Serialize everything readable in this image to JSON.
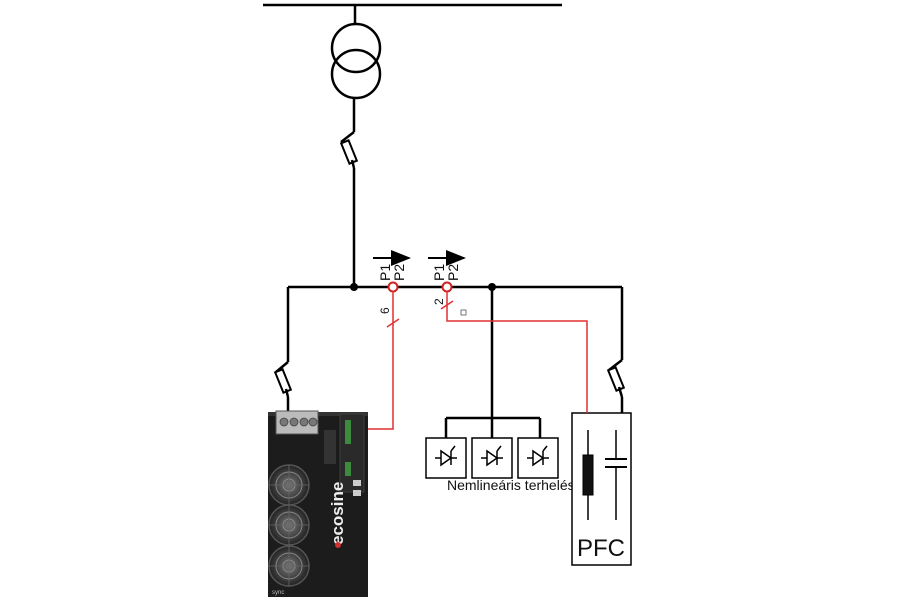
{
  "ct_labels": {
    "p1": "P1",
    "p2": "P2",
    "ct1_ratio": "6",
    "ct2_ratio": "2"
  },
  "load_label": "Nemlineáris terhelés",
  "pfc_label": "PFC",
  "device": {
    "brand": "ecosine",
    "footer": "sync"
  },
  "colors": {
    "line": "#000000",
    "signal": "#e03030",
    "device_body": "#1c1c1c"
  }
}
